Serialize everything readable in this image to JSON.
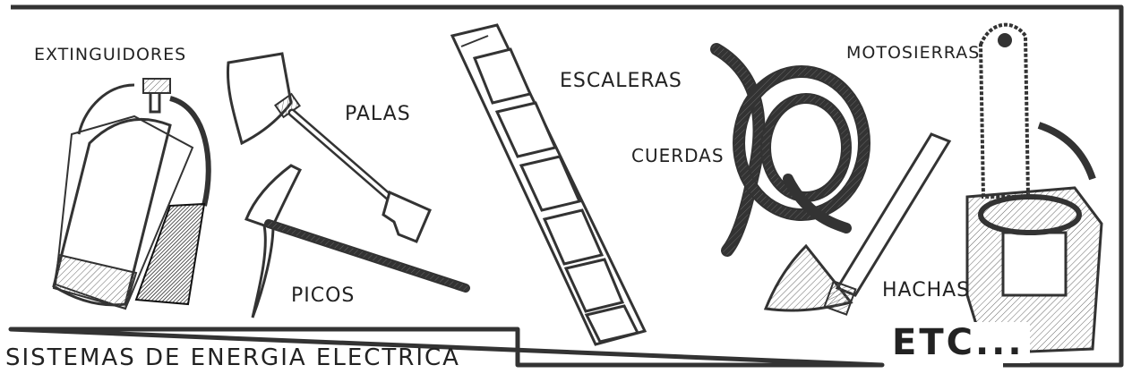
{
  "labels": {
    "extintores": "EXTINGUIDORES",
    "palas": "PALAS",
    "picos": "PICOS",
    "escaleras": "ESCALERAS",
    "cuerdas": "CUERDAS",
    "motosierras": "MOTOSIERRAS",
    "hachas": "HACHAS"
  },
  "caption": "SISTEMAS DE ENERGIA ELECTRICA",
  "etc": "ETC..."
}
